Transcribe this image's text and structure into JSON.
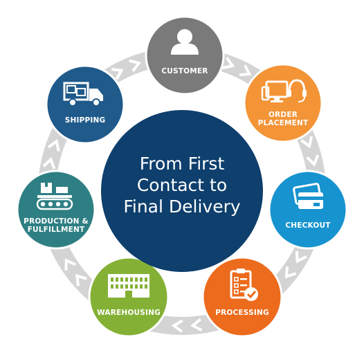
{
  "center": {
    "lines": [
      "From First",
      "Contact to",
      "Final Delivery"
    ],
    "color": "#0e3f6d"
  },
  "ring_color": "#d4d4d4",
  "stages": [
    {
      "id": "customer",
      "lines": [
        "CUSTOMER"
      ],
      "color": "#7a7a7a",
      "icon": "person-icon"
    },
    {
      "id": "order-placement",
      "lines": [
        "ORDER",
        "PLACEMENT"
      ],
      "color": "#f39436",
      "icon": "computer-headset-icon"
    },
    {
      "id": "checkout",
      "lines": [
        "CHECKOUT"
      ],
      "color": "#1793cf",
      "icon": "credit-card-icon"
    },
    {
      "id": "processing",
      "lines": [
        "PROCESSING"
      ],
      "color": "#ec6b1c",
      "icon": "clipboard-check-icon"
    },
    {
      "id": "warehousing",
      "lines": [
        "WAREHOUSING"
      ],
      "color": "#84b135",
      "icon": "building-icon"
    },
    {
      "id": "production-fulfillment",
      "lines": [
        "PRODUCTION &",
        "FULFILLMENT"
      ],
      "color": "#2e7f83",
      "icon": "conveyor-boxes-icon"
    },
    {
      "id": "shipping",
      "lines": [
        "SHIPPING"
      ],
      "color": "#1f5a8a",
      "icon": "truck-icon"
    }
  ]
}
